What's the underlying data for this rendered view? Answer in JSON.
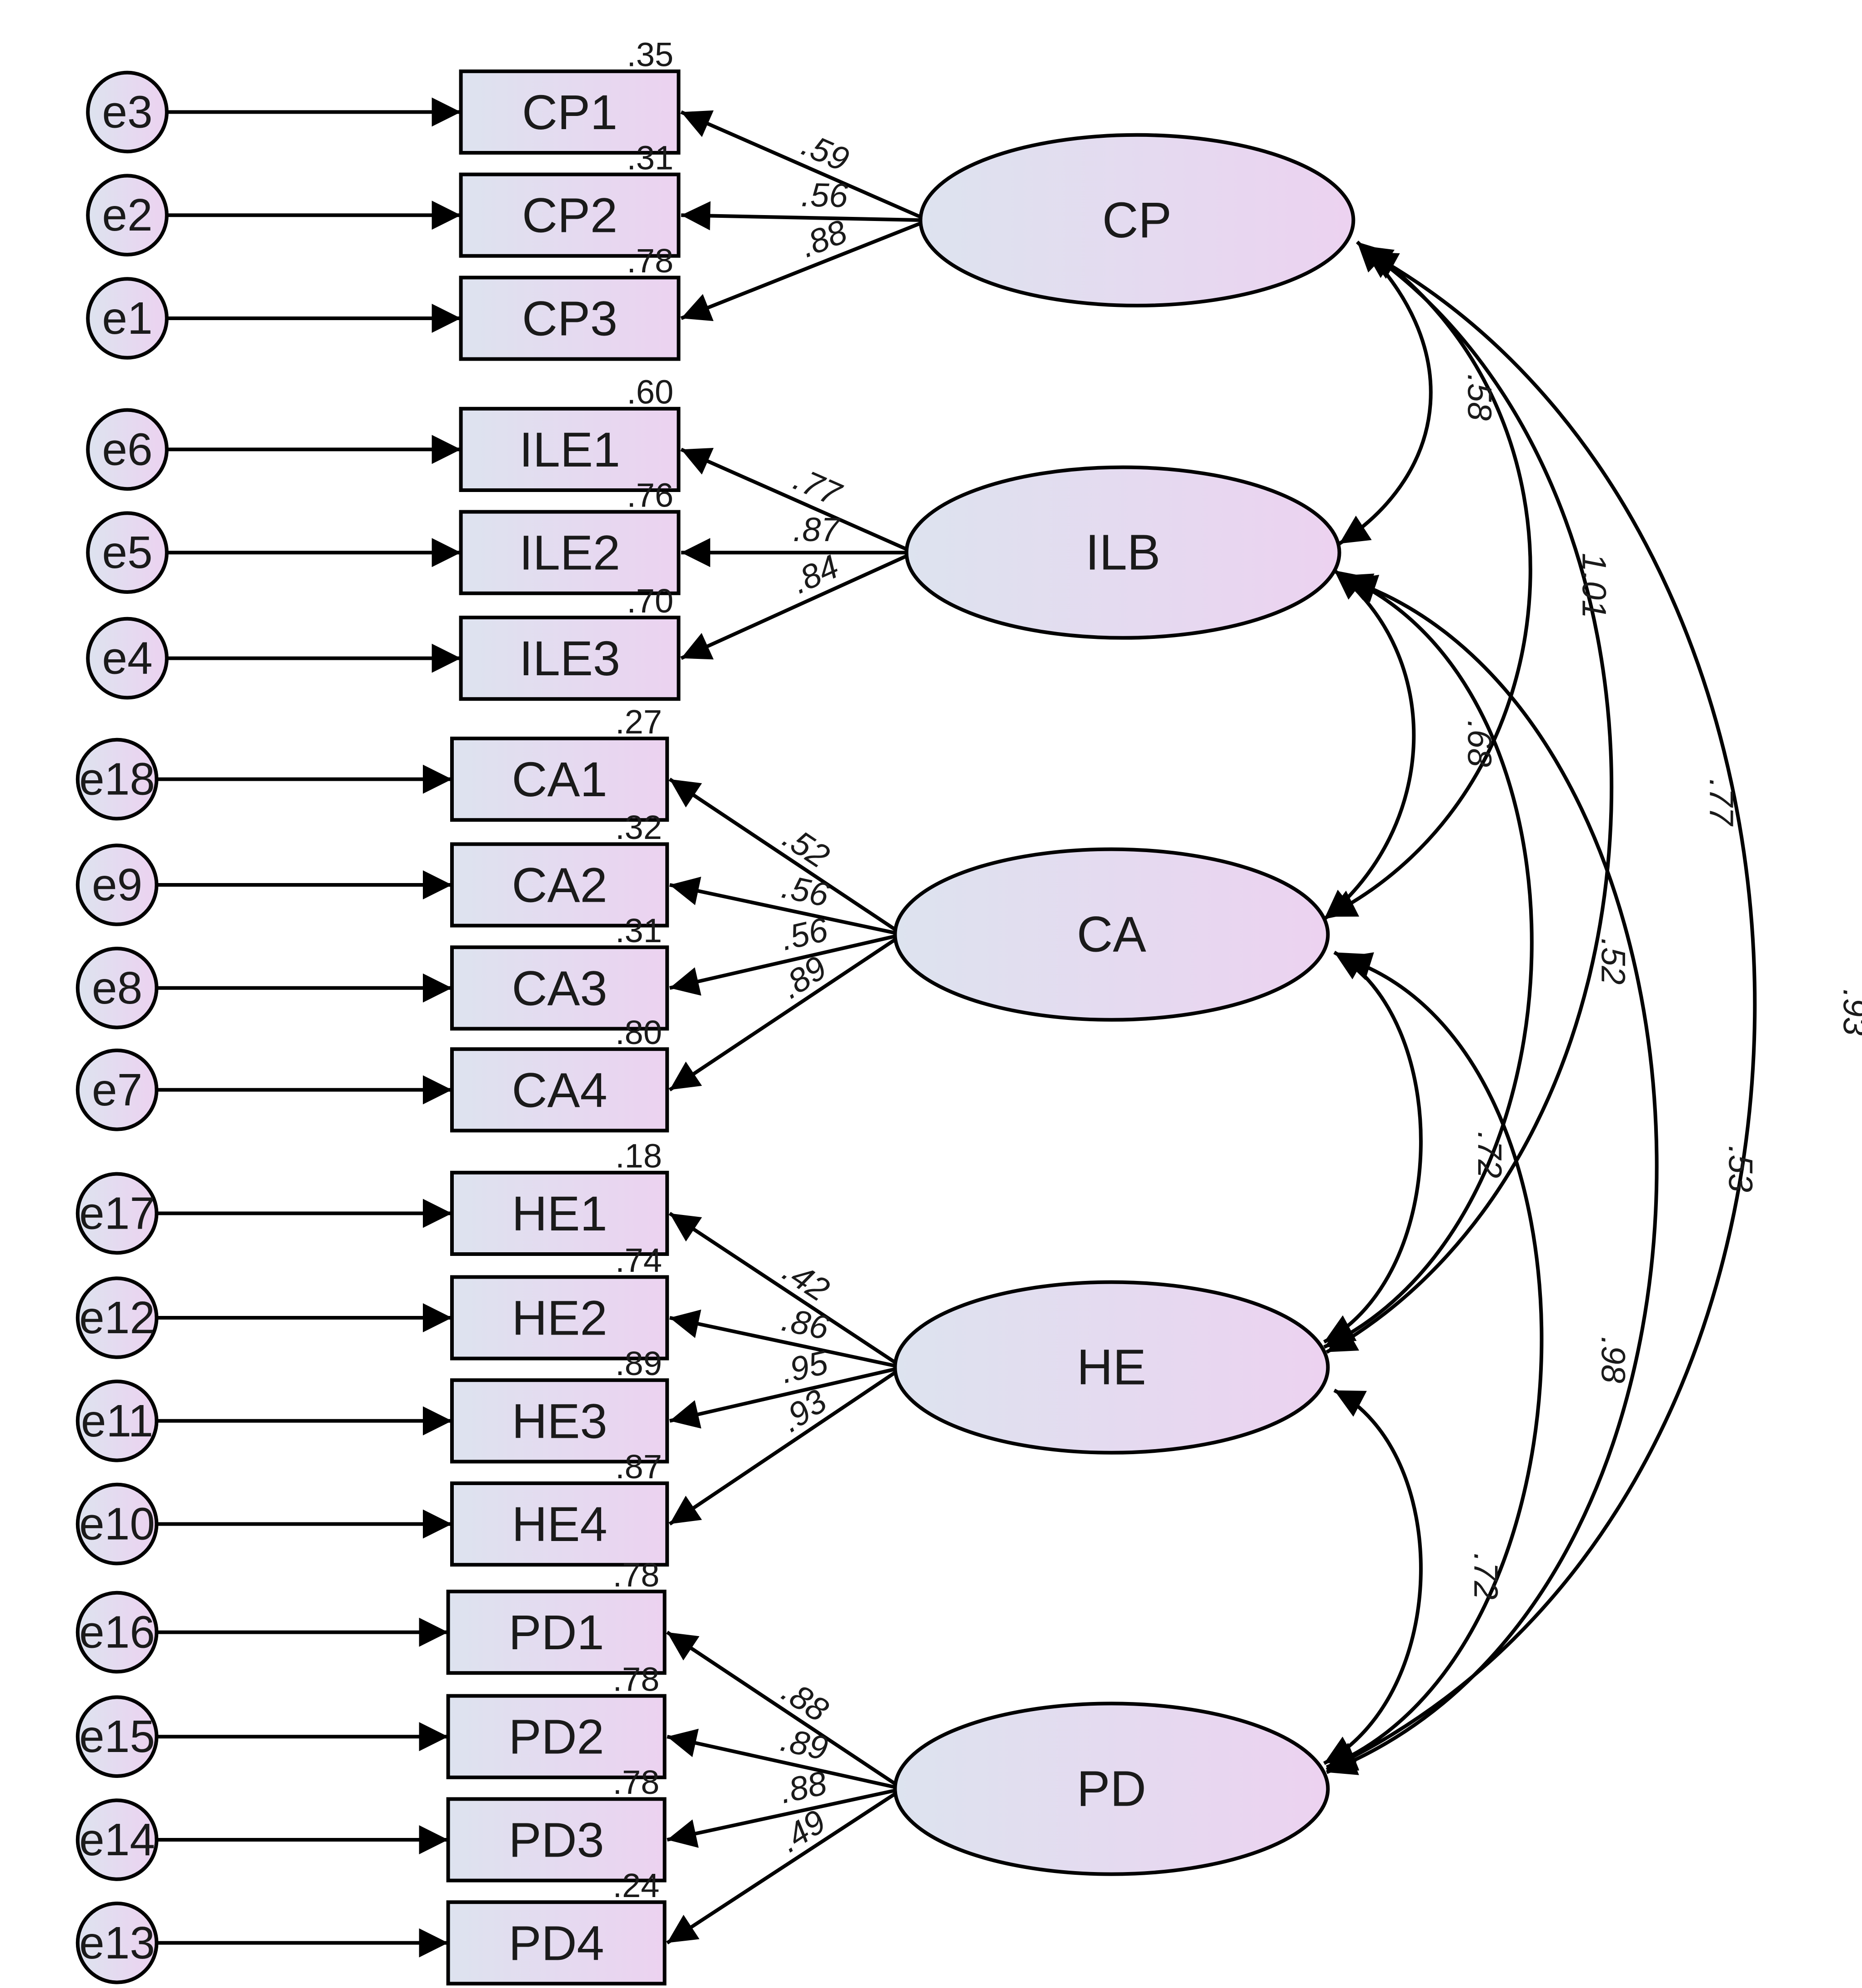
{
  "errors": [
    {
      "id": "e3",
      "label": "e3"
    },
    {
      "id": "e2",
      "label": "e2"
    },
    {
      "id": "e1",
      "label": "e1"
    },
    {
      "id": "e6",
      "label": "e6"
    },
    {
      "id": "e5",
      "label": "e5"
    },
    {
      "id": "e4",
      "label": "e4"
    },
    {
      "id": "e18",
      "label": "e18"
    },
    {
      "id": "e9",
      "label": "e9"
    },
    {
      "id": "e8",
      "label": "e8"
    },
    {
      "id": "e7",
      "label": "e7"
    },
    {
      "id": "e17",
      "label": "e17"
    },
    {
      "id": "e12",
      "label": "e12"
    },
    {
      "id": "e11",
      "label": "e11"
    },
    {
      "id": "e10",
      "label": "e10"
    },
    {
      "id": "e16",
      "label": "e16"
    },
    {
      "id": "e15",
      "label": "e15"
    },
    {
      "id": "e14",
      "label": "e14"
    },
    {
      "id": "e13",
      "label": "e13"
    }
  ],
  "indicators": [
    {
      "id": "CP1",
      "label": "CP1",
      "latent": "CP",
      "loading": ".59",
      "r2": ".35"
    },
    {
      "id": "CP2",
      "label": "CP2",
      "latent": "CP",
      "loading": ".56",
      "r2": ".31"
    },
    {
      "id": "CP3",
      "label": "CP3",
      "latent": "CP",
      "loading": ".88",
      "r2": ".78"
    },
    {
      "id": "ILE1",
      "label": "ILE1",
      "latent": "ILB",
      "loading": ".77",
      "r2": ".60"
    },
    {
      "id": "ILE2",
      "label": "ILE2",
      "latent": "ILB",
      "loading": ".87",
      "r2": ".76"
    },
    {
      "id": "ILE3",
      "label": "ILE3",
      "latent": "ILB",
      "loading": ".84",
      "r2": ".70"
    },
    {
      "id": "CA1",
      "label": "CA1",
      "latent": "CA",
      "loading": ".52",
      "r2": ".27"
    },
    {
      "id": "CA2",
      "label": "CA2",
      "latent": "CA",
      "loading": ".56",
      "r2": ".32"
    },
    {
      "id": "CA3",
      "label": "CA3",
      "latent": "CA",
      "loading": ".56",
      "r2": ".31"
    },
    {
      "id": "CA4",
      "label": "CA4",
      "latent": "CA",
      "loading": ".89",
      "r2": ".80"
    },
    {
      "id": "HE1",
      "label": "HE1",
      "latent": "HE",
      "loading": ".42",
      "r2": ".18"
    },
    {
      "id": "HE2",
      "label": "HE2",
      "latent": "HE",
      "loading": ".86",
      "r2": ".74"
    },
    {
      "id": "HE3",
      "label": "HE3",
      "latent": "HE",
      "loading": ".95",
      "r2": ".89"
    },
    {
      "id": "HE4",
      "label": "HE4",
      "latent": "HE",
      "loading": ".93",
      "r2": ".87"
    },
    {
      "id": "PD1",
      "label": "PD1",
      "latent": "PD",
      "loading": ".88",
      "r2": ".78"
    },
    {
      "id": "PD2",
      "label": "PD2",
      "latent": "PD",
      "loading": ".89",
      "r2": ".78"
    },
    {
      "id": "PD3",
      "label": "PD3",
      "latent": "PD",
      "loading": ".88",
      "r2": ".78"
    },
    {
      "id": "PD4",
      "label": "PD4",
      "latent": "PD",
      "loading": ".49",
      "r2": ".24"
    }
  ],
  "latents": [
    {
      "id": "CP",
      "label": "CP"
    },
    {
      "id": "ILB",
      "label": "ILB"
    },
    {
      "id": "CA",
      "label": "CA"
    },
    {
      "id": "HE",
      "label": "HE"
    },
    {
      "id": "PD",
      "label": "PD"
    }
  ],
  "covariances": [
    {
      "from": "CP",
      "to": "ILB",
      "value": ".58"
    },
    {
      "from": "CP",
      "to": "CA",
      "value": "1.01"
    },
    {
      "from": "CP",
      "to": "HE",
      "value": ".77"
    },
    {
      "from": "CP",
      "to": "PD",
      "value": ".93"
    },
    {
      "from": "ILB",
      "to": "CA",
      "value": ".68"
    },
    {
      "from": "ILB",
      "to": "HE",
      "value": ".52"
    },
    {
      "from": "ILB",
      "to": "PD",
      "value": ".53"
    },
    {
      "from": "CA",
      "to": "HE",
      "value": ".72"
    },
    {
      "from": "CA",
      "to": "PD",
      "value": ".98"
    },
    {
      "from": "HE",
      "to": "PD",
      "value": ".72"
    }
  ],
  "colors": {
    "fill_left": "#dde3ef",
    "fill_right": "#ecd2f0",
    "stroke": "#000000",
    "text": "#1a1a1a"
  }
}
